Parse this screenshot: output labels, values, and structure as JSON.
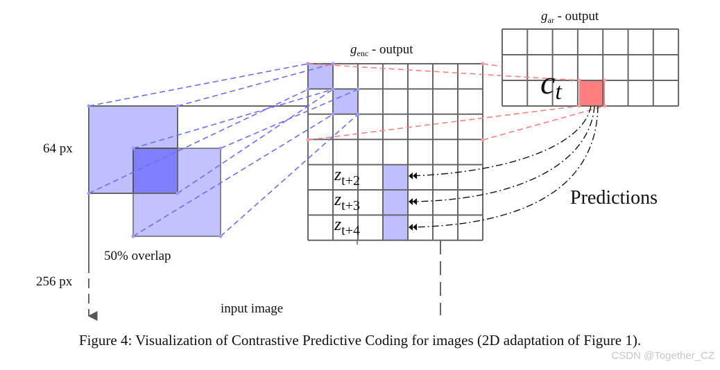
{
  "labels": {
    "genc_output": {
      "symbol": "g",
      "subscript": "enc",
      "suffix": " - output"
    },
    "gar_output": {
      "symbol": "g",
      "subscript": "ar",
      "suffix": " - output"
    },
    "px64": "64 px",
    "px256": "256 px",
    "overlap": "50% overlap",
    "input_image": "input image",
    "predictions": "Predictions",
    "ct": {
      "symbol": "c",
      "subscript": "t"
    },
    "z_rows": [
      {
        "symbol": "z",
        "subscript": "t+2"
      },
      {
        "symbol": "z",
        "subscript": "t+3"
      },
      {
        "symbol": "z",
        "subscript": "t+4"
      }
    ]
  },
  "caption": "Figure 4: Visualization of Contrastive Predictive Coding for images (2D adaptation of Figure 1).",
  "watermark": "CSDN @Together_CZ",
  "colors": {
    "patch_light": "#bfbfff",
    "patch_dark": "#7f7fff",
    "highlight_red": "#ff7f7f",
    "blue_dash": "#6b6bff",
    "red_dash": "#ff7f7f",
    "grid": "#666666"
  }
}
